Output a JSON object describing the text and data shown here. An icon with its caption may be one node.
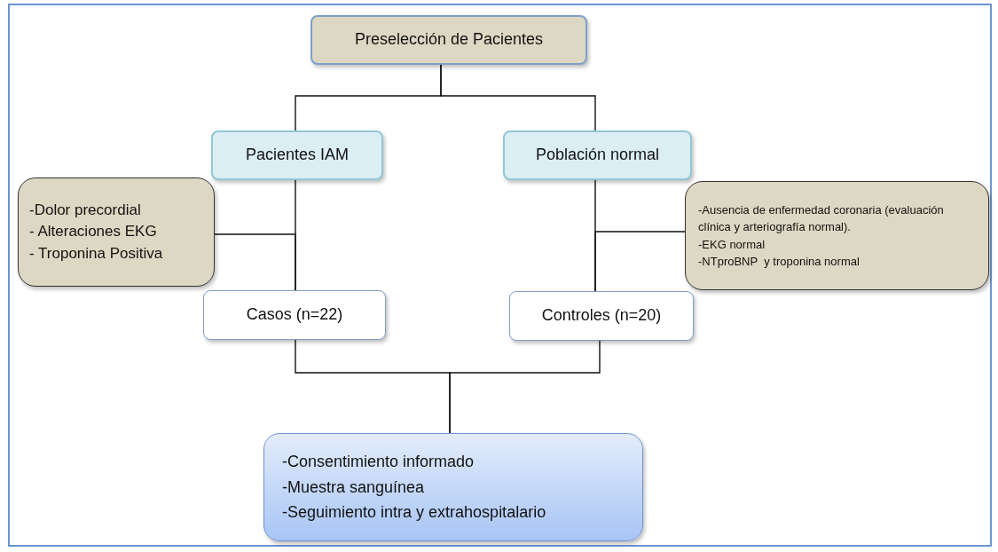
{
  "diagram": {
    "nodes": [
      {
        "text": [
          "Preselección de Pacientes"
        ]
      },
      {
        "text": [
          "Pacientes IAM"
        ]
      },
      {
        "text": [
          "Población normal"
        ]
      },
      {
        "text": [
          "-Dolor precordial",
          "- Alteraciones EKG",
          "- Troponina Positiva"
        ]
      },
      {
        "text": [
          "-Ausencia de enfermedad coronaria (evaluación clínica y arteriografía normal).",
          "-EKG normal",
          "-NTproBNP  y troponina normal"
        ]
      },
      {
        "text": [
          "Casos (n=22)"
        ]
      },
      {
        "text": [
          "Controles (n=20)"
        ]
      },
      {
        "text": [
          "-Consentimiento informado",
          "-Muestra sanguínea",
          "-Seguimiento intra y extrahospitalario"
        ]
      }
    ],
    "edges": [
      {
        "from": 0,
        "to": 1,
        "arrow": "none"
      },
      {
        "from": 0,
        "to": 2,
        "arrow": "none"
      },
      {
        "from": 1,
        "to": 5,
        "arrow": "none"
      },
      {
        "from": 3,
        "to": 5,
        "arrow": "none"
      },
      {
        "from": 2,
        "to": 6,
        "arrow": "none"
      },
      {
        "from": 4,
        "to": 6,
        "arrow": "none"
      },
      {
        "from": 5,
        "to": 7,
        "arrow": "none"
      },
      {
        "from": 6,
        "to": 7,
        "arrow": "none"
      }
    ]
  }
}
